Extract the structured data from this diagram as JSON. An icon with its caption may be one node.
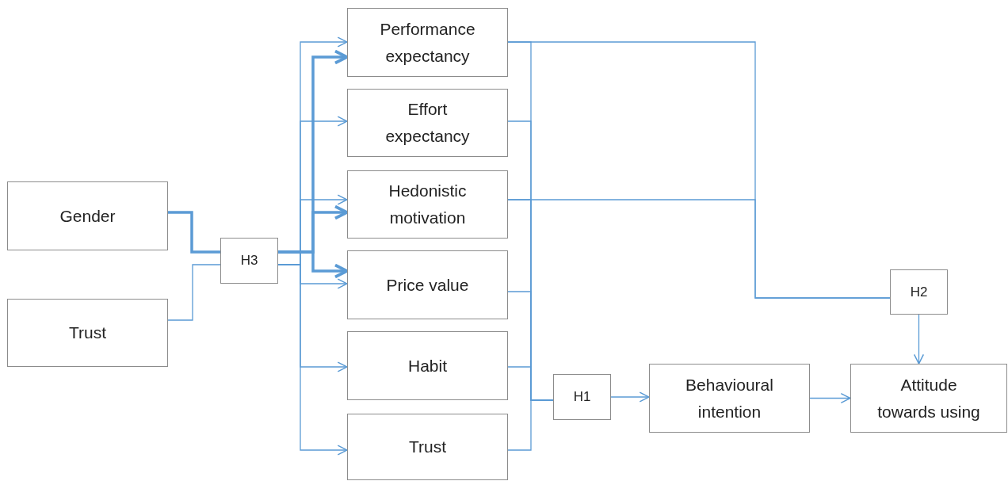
{
  "diagram": {
    "nodes": [
      {
        "text": [
          "Performance expectancy"
        ]
      },
      {
        "text": [
          "Effort expectancy"
        ]
      },
      {
        "text": [
          "Hedonistic motivation"
        ]
      },
      {
        "text": [
          "Price value"
        ]
      },
      {
        "text": [
          "Habit"
        ]
      },
      {
        "text": [
          "Trust"
        ]
      },
      {
        "text": [
          "Gender"
        ]
      },
      {
        "text": [
          "Trust"
        ]
      },
      {
        "text": [
          "H3"
        ]
      },
      {
        "text": [
          "H1"
        ]
      },
      {
        "text": [
          "Behavioural intention"
        ]
      },
      {
        "text": [
          "Attitude towards using"
        ]
      },
      {
        "text": [
          "H2"
        ]
      }
    ],
    "edges": [
      {
        "from": 6,
        "to": 8,
        "arrow": "none",
        "style": "thick"
      },
      {
        "from": 7,
        "to": 8,
        "arrow": "none"
      },
      {
        "from": 8,
        "to": 0,
        "arrow": "to",
        "style": "thick"
      },
      {
        "from": 8,
        "to": 2,
        "arrow": "to",
        "style": "thick"
      },
      {
        "from": 8,
        "to": 3,
        "arrow": "to",
        "style": "thick"
      },
      {
        "from": 8,
        "to": 0,
        "arrow": "to"
      },
      {
        "from": 8,
        "to": 1,
        "arrow": "to"
      },
      {
        "from": 8,
        "to": 2,
        "arrow": "to"
      },
      {
        "from": 8,
        "to": 3,
        "arrow": "to"
      },
      {
        "from": 8,
        "to": 4,
        "arrow": "to"
      },
      {
        "from": 8,
        "to": 5,
        "arrow": "to"
      },
      {
        "from": 0,
        "to": 9,
        "arrow": "none"
      },
      {
        "from": 1,
        "to": 9,
        "arrow": "none"
      },
      {
        "from": 2,
        "to": 9,
        "arrow": "none"
      },
      {
        "from": 3,
        "to": 9,
        "arrow": "none"
      },
      {
        "from": 4,
        "to": 9,
        "arrow": "none"
      },
      {
        "from": 5,
        "to": 9,
        "arrow": "none"
      },
      {
        "from": 0,
        "to": 12,
        "arrow": "none"
      },
      {
        "from": 2,
        "to": 12,
        "arrow": "none"
      },
      {
        "from": 9,
        "to": 10,
        "arrow": "to"
      },
      {
        "from": 10,
        "to": 11,
        "arrow": "to"
      },
      {
        "from": 12,
        "to": 11,
        "arrow": "to"
      }
    ]
  }
}
